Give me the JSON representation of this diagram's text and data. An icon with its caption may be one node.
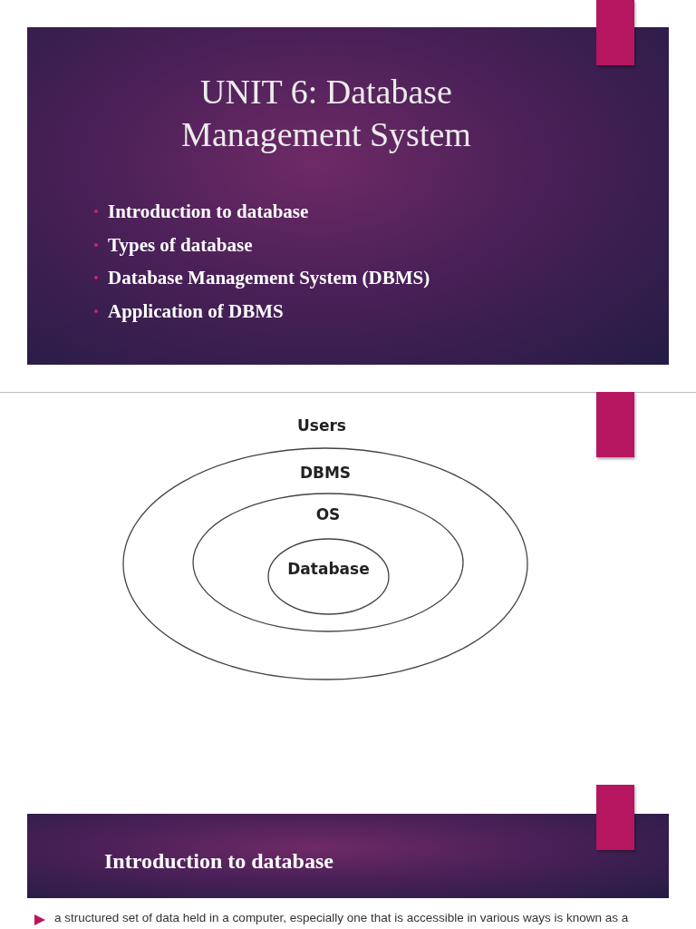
{
  "diagram": {
    "title": "UNIT 6: Database Management System",
    "nodes": [
      {
        "text": [
          "DBMS"
        ]
      },
      {
        "text": [
          "OS"
        ],
        "in": 0
      },
      {
        "text": [
          "Database"
        ],
        "in": 1
      }
    ],
    "edges": [],
    "labels": [
      "Introduction to database",
      "Types of database",
      "Database Management System (DBMS)",
      "Application of DBMS",
      "Users",
      "Introduction to database",
      "a structured set of data held in a computer, especially one that is accessible in various ways is known as a"
    ]
  }
}
